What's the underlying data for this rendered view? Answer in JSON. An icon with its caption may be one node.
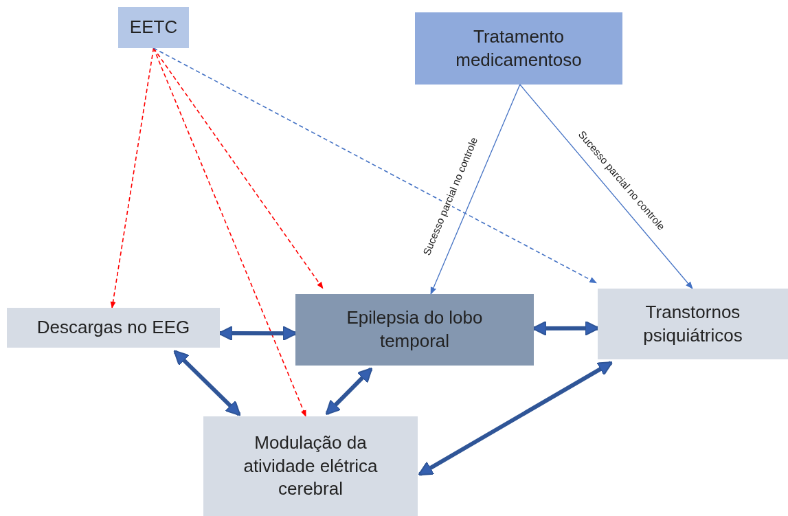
{
  "diagram": {
    "nodes": [
      {
        "text": [
          "EETC"
        ]
      },
      {
        "text": [
          "Tratamento medicamentoso"
        ]
      },
      {
        "text": [
          "Descargas no EEG"
        ]
      },
      {
        "text": [
          "Epilepsia do lobo temporal"
        ]
      },
      {
        "text": [
          "Transtornos psiquiátricos"
        ]
      },
      {
        "text": [
          "Modulação da atividade elétrica cerebral"
        ]
      }
    ],
    "edges": [
      {
        "from": 0,
        "to": 2,
        "arrow": "to",
        "style": "dashed",
        "color": "#ff0000"
      },
      {
        "from": 0,
        "to": 3,
        "arrow": "to",
        "style": "dashed",
        "color": "#ff0000"
      },
      {
        "from": 0,
        "to": 5,
        "arrow": "to",
        "style": "dashed",
        "color": "#ff0000"
      },
      {
        "from": 0,
        "to": 4,
        "arrow": "to",
        "style": "dashed",
        "color": "#4472c4"
      },
      {
        "from": 1,
        "to": 3,
        "arrow": "to",
        "label": "Sucesso parcial no controle",
        "color": "#4472c4"
      },
      {
        "from": 1,
        "to": 4,
        "arrow": "to",
        "label": "Sucesso parcial no controle",
        "color": "#4472c4"
      },
      {
        "from": 2,
        "to": 3,
        "arrow": "both",
        "style": "thick"
      },
      {
        "from": 3,
        "to": 4,
        "arrow": "both",
        "style": "thick"
      },
      {
        "from": 2,
        "to": 5,
        "arrow": "both",
        "style": "thick"
      },
      {
        "from": 3,
        "to": 5,
        "arrow": "both",
        "style": "thick"
      },
      {
        "from": 4,
        "to": 5,
        "arrow": "both",
        "style": "thick"
      }
    ]
  }
}
